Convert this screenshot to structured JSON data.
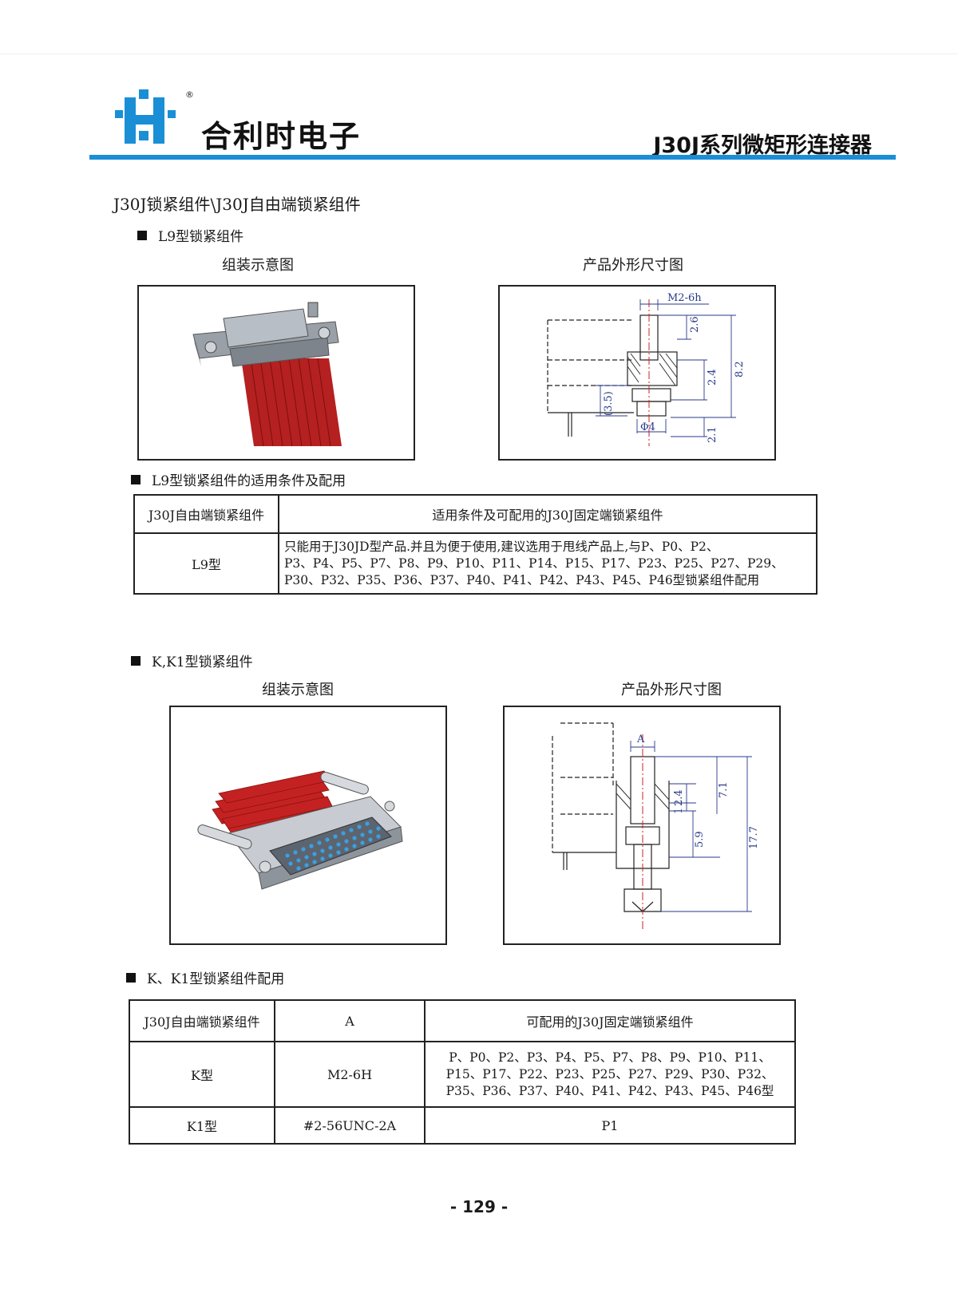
{
  "header": {
    "registered_mark": "®",
    "brand": "合利时电子",
    "series": "J30J系列微矩形连接器",
    "accent_color": "#1a8fd6",
    "logo_icon": "h-letter-logo-icon"
  },
  "page_title": "J30J锁紧组件\\J30J自由端锁紧组件",
  "section_l9": {
    "heading": "L9型锁紧组件",
    "assembly_caption": "组装示意图",
    "dimension_caption": "产品外形尺寸图",
    "dims": {
      "thread": "M2-6h",
      "d1": "2.6",
      "d2": "2.4",
      "d3": "8.2",
      "d4": "(3.5)",
      "d5": "Φ4",
      "d6": "2.1"
    },
    "table_heading": "L9型锁紧组件的适用条件及配用",
    "table": {
      "headers": [
        "J30J自由端锁紧组件",
        "适用条件及可配用的J30J固定端锁紧组件"
      ],
      "row_type": "L9型",
      "row_lines": [
        "只能用于J30JD型产品.并且为便于使用,建议选用于甩线产品上,与P、P0、P2、",
        "P3、P4、P5、P7、P8、P9、P10、P11、P14、P15、P17、P23、P25、P27、P29、",
        "P30、P32、P35、P36、P37、P40、P41、P42、P43、P45、P46型锁紧组件配用"
      ]
    }
  },
  "section_k": {
    "heading": "K,K1型锁紧组件",
    "assembly_caption": "组装示意图",
    "dimension_caption": "产品外形尺寸图",
    "dims": {
      "a": "A",
      "d1": "2.4",
      "d2": "1",
      "d3": "7.1",
      "d4": "5.9",
      "d5": "17.7"
    },
    "table_heading": "K、K1型锁紧组件配用",
    "table": {
      "headers": [
        "J30J自由端锁紧组件",
        "A",
        "可配用的J30J固定端锁紧组件"
      ],
      "rows": [
        {
          "type": "K型",
          "a": "M2-6H",
          "lines": [
            "P、P0、P2、P3、P4、P5、P7、P8、P9、P10、P11、",
            "P15、P17、P22、P23、P25、P27、P29、P30、P32、",
            "P35、P36、P37、P40、P41、P42、P43、P45、P46型"
          ]
        },
        {
          "type": "K1型",
          "a": "#2-56UNC-2A",
          "lines": [
            "P1"
          ]
        }
      ]
    }
  },
  "page_number": "- 129 -"
}
